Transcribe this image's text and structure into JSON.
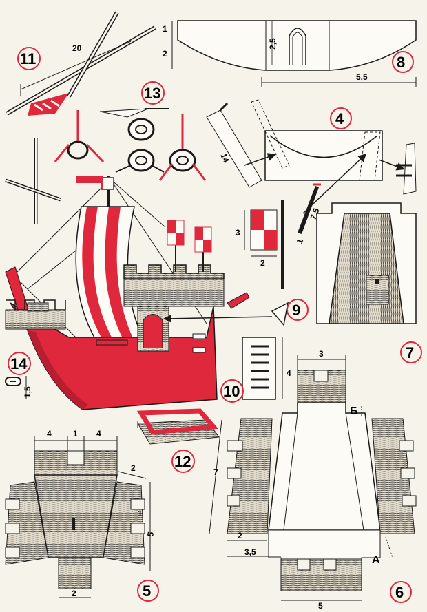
{
  "parts": {
    "p4": "4",
    "p5": "5",
    "p6": "6",
    "p7": "7",
    "p8": "8",
    "p9": "9",
    "p10": "10",
    "p11": "11",
    "p12": "12",
    "p13": "13",
    "p14": "14"
  },
  "dims": {
    "d8_1": "1",
    "d8_2": "2",
    "d8_25": "2,5",
    "d8_55": "5,5",
    "d11_20": "20",
    "d4_14": "14",
    "d4_75": "7,5",
    "d4_1": "1",
    "d_flag3": "3",
    "d_flag2": "2",
    "d10_4": "4",
    "d14_15": "1,5",
    "d5_4a": "4",
    "d5_1": "1",
    "d5_4b": "4",
    "d5_2top": "2",
    "d5_1side": "1",
    "d5_5": "5",
    "d5_2bottom": "2",
    "d6_3": "3",
    "d6_7": "7",
    "d6_2": "2",
    "d6_35": "3,5",
    "d6_5": "5",
    "d6_B": "Б",
    "d6_A": "А"
  },
  "colors": {
    "red": "#e0283c",
    "ink": "#1a1a1a",
    "wood": "#d9d2c2",
    "paper": "#f6f3ea"
  }
}
